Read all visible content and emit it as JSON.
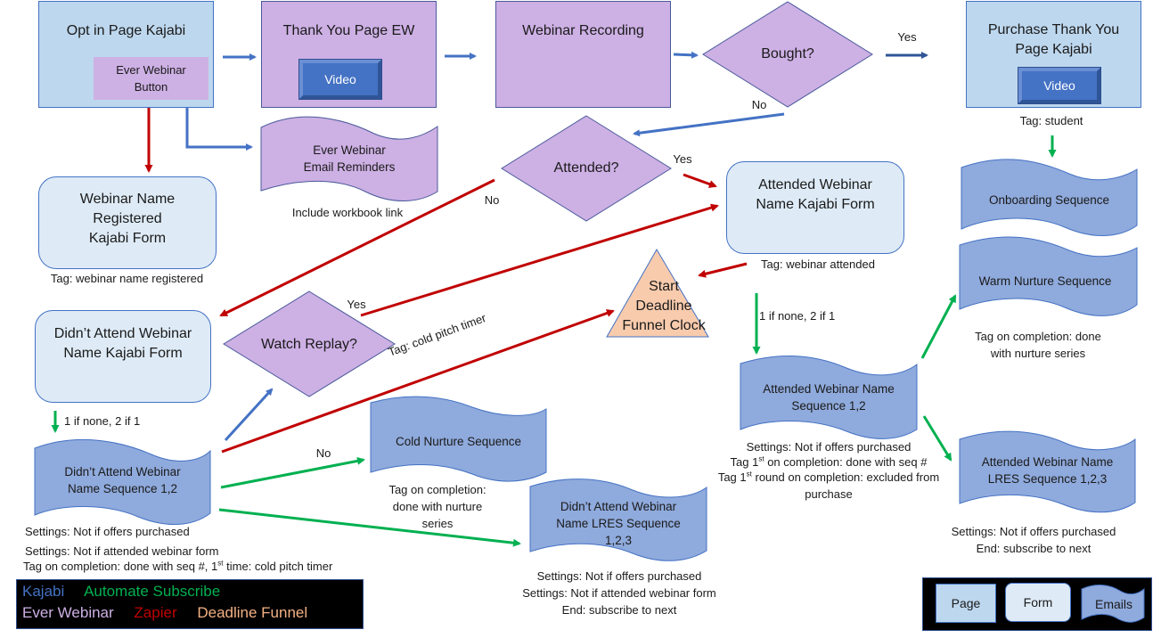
{
  "colors": {
    "kajabi": "#4472c4",
    "automate_subscribe": "#00b050",
    "ever_webinar": "#cdb0e4",
    "zapier": "#c00000",
    "deadline_funnel": "#f4b183",
    "page_fill": "#bdd7ee",
    "form_fill": "#deebf7",
    "email_fill": "#8faadc",
    "ew_fill": "#cdb0e4",
    "triangle_fill": "#f8cbad"
  },
  "nodes": {
    "opt_in_page": {
      "title": "Opt in Page Kajabi",
      "inner_button": "Ever Webinar\nButton"
    },
    "thank_you_page": {
      "title": "Thank You Page EW",
      "video_button": "Video"
    },
    "webinar_recording": {
      "title": "Webinar Recording"
    },
    "bought_decision": {
      "title": "Bought?"
    },
    "purchase_thank_you": {
      "title": "Purchase Thank You\nPage Kajabi",
      "video_button": "Video",
      "tag": "Tag: student"
    },
    "email_reminders": {
      "title": "Ever Webinar\nEmail Reminders",
      "note": "Include workbook  link"
    },
    "registered_form": {
      "title": "Webinar Name\nRegistered\nKajabi Form",
      "tag": "Tag: webinar name registered"
    },
    "attended_decision": {
      "title": "Attended?"
    },
    "attended_form": {
      "title": "Attended Webinar\nName Kajabi Form",
      "tag": "Tag: webinar attended"
    },
    "onboarding_sequence": {
      "title": "Onboarding Sequence"
    },
    "warm_nurture_sequence": {
      "title": "Warm Nurture  Sequence",
      "note": "Tag on completion:  done\nwith nurture  series"
    },
    "deadline_clock": {
      "title": "Start\nDeadline\nFunnel Clock"
    },
    "didnt_attend_form": {
      "title": "Didn’t Attend Webinar\nName Kajabi Form"
    },
    "watch_replay_decision": {
      "title": "Watch Replay?"
    },
    "didnt_attend_sequence": {
      "title": "Didn’t Attend Webinar\nName Sequence  1,2",
      "settings_1": "Settings: Not if offers purchased",
      "settings_2": "Settings: Not if attended webinar form",
      "tag_prefix": "Tag on completion:  done  with seq #, 1",
      "tag_sup": "st",
      "tag_suffix": " time: cold pitch timer"
    },
    "cold_nurture_sequence": {
      "title": "Cold Nurture  Sequence",
      "note": "Tag on completion:\ndone  with nurture\nseries"
    },
    "didnt_attend_lres": {
      "title": "Didn’t Attend  Webinar\nName LRES Sequence\n1,2,3",
      "notes": "Settings: Not if offers purchased\nSettings: Not if attended webinar form\nEnd: subscribe to next"
    },
    "attended_sequence": {
      "title": "Attended  Webinar  Name\nSequence  1,2",
      "settings": "Settings: Not if offers purchased",
      "tag1_prefix": "Tag 1",
      "tag1_sup": "st",
      "tag1_suffix": " on completion:  done  with seq #",
      "tag2_prefix": "Tag 1",
      "tag2_sup": "st",
      "tag2_suffix": "  round on completion:  excluded from",
      "tag2_cont": "purchase"
    },
    "attended_lres": {
      "title": "Attended Webinar Name\nLRES Sequence  1,2,3",
      "notes": "Settings: Not if offers purchased\nEnd: subscribe to next"
    }
  },
  "edge_labels": {
    "bought_yes": "Yes",
    "bought_no": "No",
    "attended_yes": "Yes",
    "attended_no": "No",
    "replay_yes": "Yes",
    "replay_no": "No",
    "cold_pitch_timer": "Tag: cold pitch timer",
    "didnt_attend_branch": "1 if none,  2 if 1",
    "attended_branch": "1 if none,  2 if 1"
  },
  "legend_tools": {
    "kajabi": "Kajabi",
    "automate_subscribe": "Automate Subscribe",
    "ever_webinar": "Ever Webinar",
    "zapier": "Zapier",
    "deadline_funnel": "Deadline Funnel"
  },
  "legend_shapes": {
    "page": "Page",
    "form": "Form",
    "emails": "Emails"
  }
}
